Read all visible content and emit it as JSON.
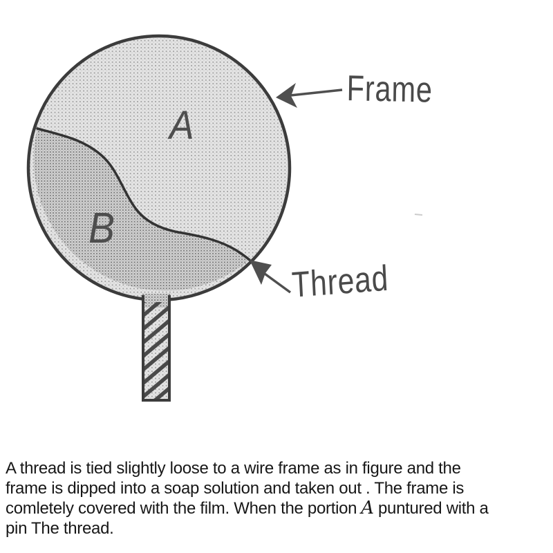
{
  "figure": {
    "region_a_label": "A",
    "region_b_label": "B",
    "frame_label": "Frame",
    "thread_label": "Thread"
  },
  "question": {
    "line1": "A thread is tied slightly loose to a wire frame as in figure and the",
    "line2": "frame is dipped into a soap solution and taken out . The frame is",
    "line3_before": "comletely covered with the film. When the portion",
    "line3_math": "A",
    "line3_after": "puntured with a",
    "line4": "pin The thread."
  },
  "colors": {
    "wire_outline": "#3c3c3c",
    "thread_line": "#333333",
    "callout_ink": "#4a4a4a",
    "question_text": "#171717",
    "film_a_background": "#e4e4e4",
    "film_a_dot": "#9e9e9e",
    "film_b_background": "#d6d6d6",
    "film_b_dot": "#808080",
    "handle_hatch": "#4a4a4a"
  }
}
